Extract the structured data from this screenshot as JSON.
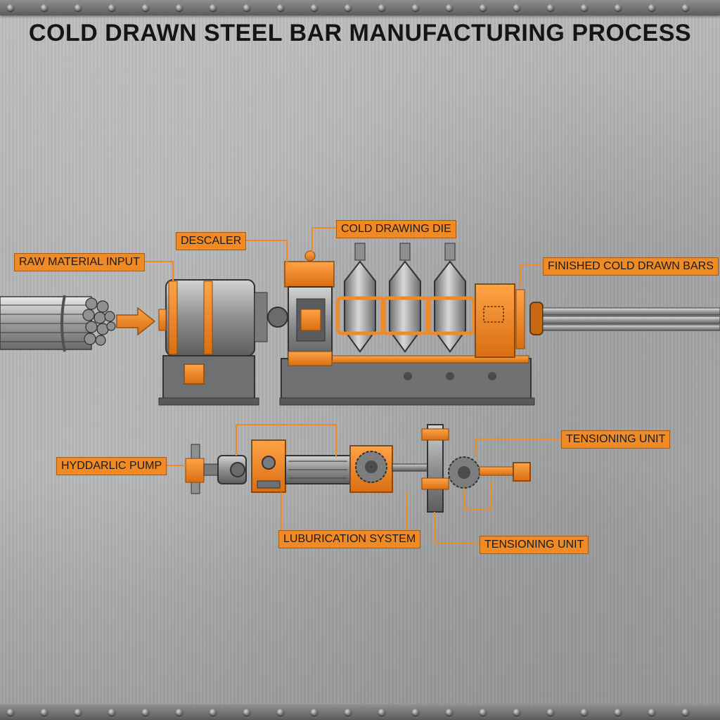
{
  "title": "COLD DRAWN STEEL BAR MANUFACTURING PROCESS",
  "labels": {
    "raw_material_input": "RAW MATERIAL INPUT",
    "descaler": "DESCALER",
    "cold_drawing_die": "COLD DRAWING DIE",
    "finished_bars": "FINISHED COLD DRAWN BARS",
    "hydraulic_pump": "HYDDARLIC PUMP",
    "lubrication_system": "LUBURICATION SYSTEM",
    "tensioning_unit_upper": "TENSIONING UNIT",
    "tensioning_unit_lower": "TENSIONING UNIT"
  },
  "colors": {
    "accent": "#f08a24",
    "steel": "#8c8d8f",
    "steel_dark": "#4a4b4d",
    "outline": "#3a3a3a"
  }
}
